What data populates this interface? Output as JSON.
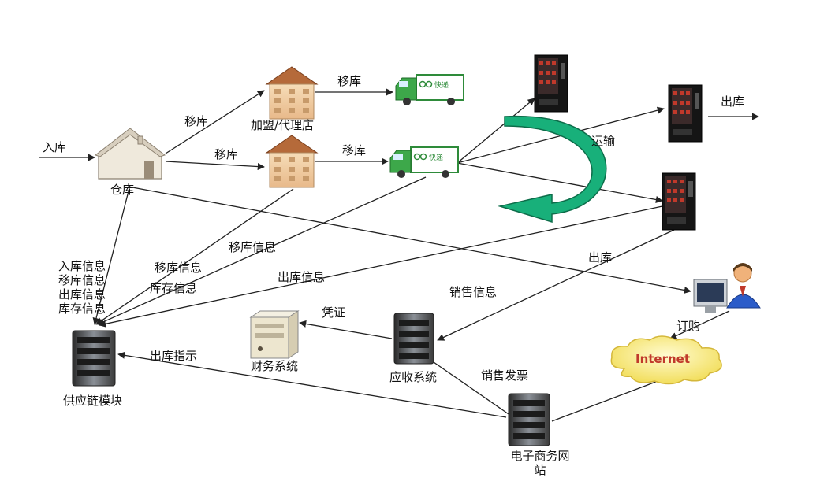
{
  "nodes": {
    "warehouse": "仓库",
    "franchise_store": "加盟/代理店",
    "supply_chain": "供应链模块",
    "finance": "财务系统",
    "receivable": "应收系统",
    "ecommerce_line1": "电子商务网",
    "ecommerce_line2": "站",
    "internet": "Internet"
  },
  "edges": {
    "inbound": "入库",
    "move_to_store": "移库",
    "move_to_store2": "移库",
    "move_store_truck": "移库",
    "move_store2_truck": "移库",
    "transport": "运输",
    "outbound_top": "出库",
    "outbound_mid": "出库",
    "supply_info": [
      "入库信息",
      "移库信息",
      "出库信息",
      "库存信息"
    ],
    "move_info_1": "移库信息",
    "inventory_info": "库存信息",
    "move_info_2": "移库信息",
    "outbound_info": "出库信息",
    "sales_info": "销售信息",
    "voucher": "凭证",
    "outbound_instruction": "出库指示",
    "sales_invoice": "销售发票",
    "order": "订购"
  },
  "truck_logo": "快递"
}
